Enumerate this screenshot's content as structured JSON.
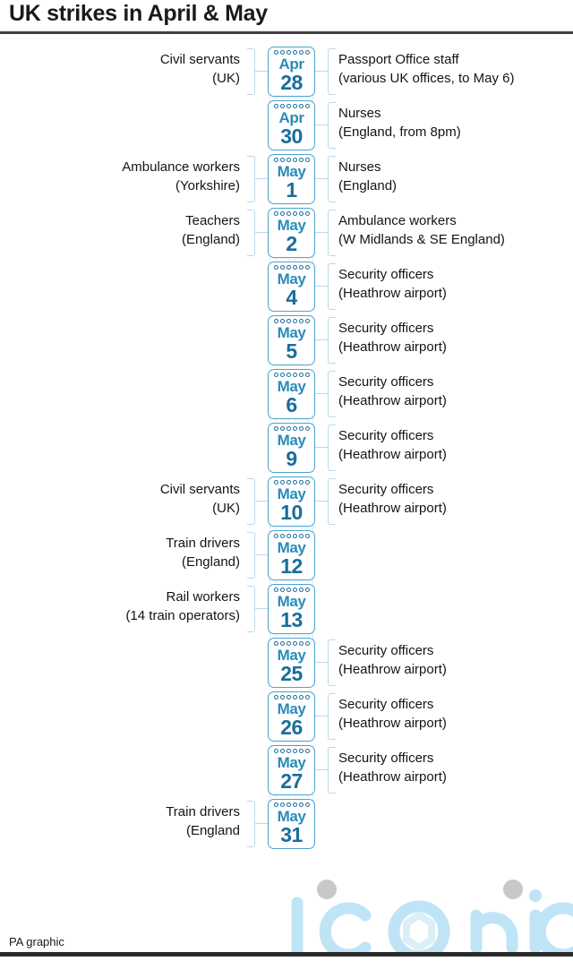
{
  "header": {
    "title": "UK strikes in April & May"
  },
  "footer": {
    "credit": "PA graphic"
  },
  "colors": {
    "calendar_border": "#4ba3cf",
    "month_text": "#2a8cb8",
    "day_text": "#1b6d9b",
    "connector": "#bcd9e8",
    "ghost": "#dceaf3",
    "rule": "#3f3f3f",
    "watermark": "#bfe4f5"
  },
  "watermark": {
    "text": "iconic",
    "logo": "hexagon-icon"
  },
  "entries": [
    {
      "month": "Apr",
      "day": "28",
      "left": "Civil servants\n(UK)",
      "right": "Passport Office staff\n(various UK offices, to May 6)",
      "ghosts": 0
    },
    {
      "month": "Apr",
      "day": "30",
      "left": "",
      "right": "Nurses\n(England, from 8pm)",
      "ghosts": 1
    },
    {
      "month": "May",
      "day": "1",
      "left": "Ambulance workers\n(Yorkshire)",
      "right": "Nurses\n(England)",
      "ghosts": 0
    },
    {
      "month": "May",
      "day": "2",
      "left": "Teachers\n(England)",
      "right": "Ambulance workers\n(W Midlands & SE England)",
      "ghosts": 0
    },
    {
      "month": "May",
      "day": "4",
      "left": "",
      "right": "Security officers\n(Heathrow airport)",
      "ghosts": 1
    },
    {
      "month": "May",
      "day": "5",
      "left": "",
      "right": "Security officers\n(Heathrow airport)",
      "ghosts": 0
    },
    {
      "month": "May",
      "day": "6",
      "left": "",
      "right": "Security officers\n(Heathrow airport)",
      "ghosts": 0
    },
    {
      "month": "May",
      "day": "9",
      "left": "",
      "right": "Security officers\n(Heathrow airport)",
      "ghosts": 2
    },
    {
      "month": "May",
      "day": "10",
      "left": "Civil servants\n(UK)",
      "right": "Security officers\n(Heathrow airport)",
      "ghosts": 0
    },
    {
      "month": "May",
      "day": "12",
      "left": "Train drivers\n(England)",
      "right": "",
      "ghosts": 1
    },
    {
      "month": "May",
      "day": "13",
      "left": "Rail workers\n(14 train operators)",
      "right": "",
      "ghosts": 0
    },
    {
      "month": "May",
      "day": "25",
      "left": "",
      "right": "Security officers\n(Heathrow airport)",
      "ghosts": 11
    },
    {
      "month": "May",
      "day": "26",
      "left": "",
      "right": "Security officers\n(Heathrow airport)",
      "ghosts": 0
    },
    {
      "month": "May",
      "day": "27",
      "left": "",
      "right": "Security officers\n(Heathrow airport)",
      "ghosts": 0
    },
    {
      "month": "May",
      "day": "31",
      "left": "Train drivers\n(England",
      "right": "",
      "ghosts": 3
    }
  ]
}
